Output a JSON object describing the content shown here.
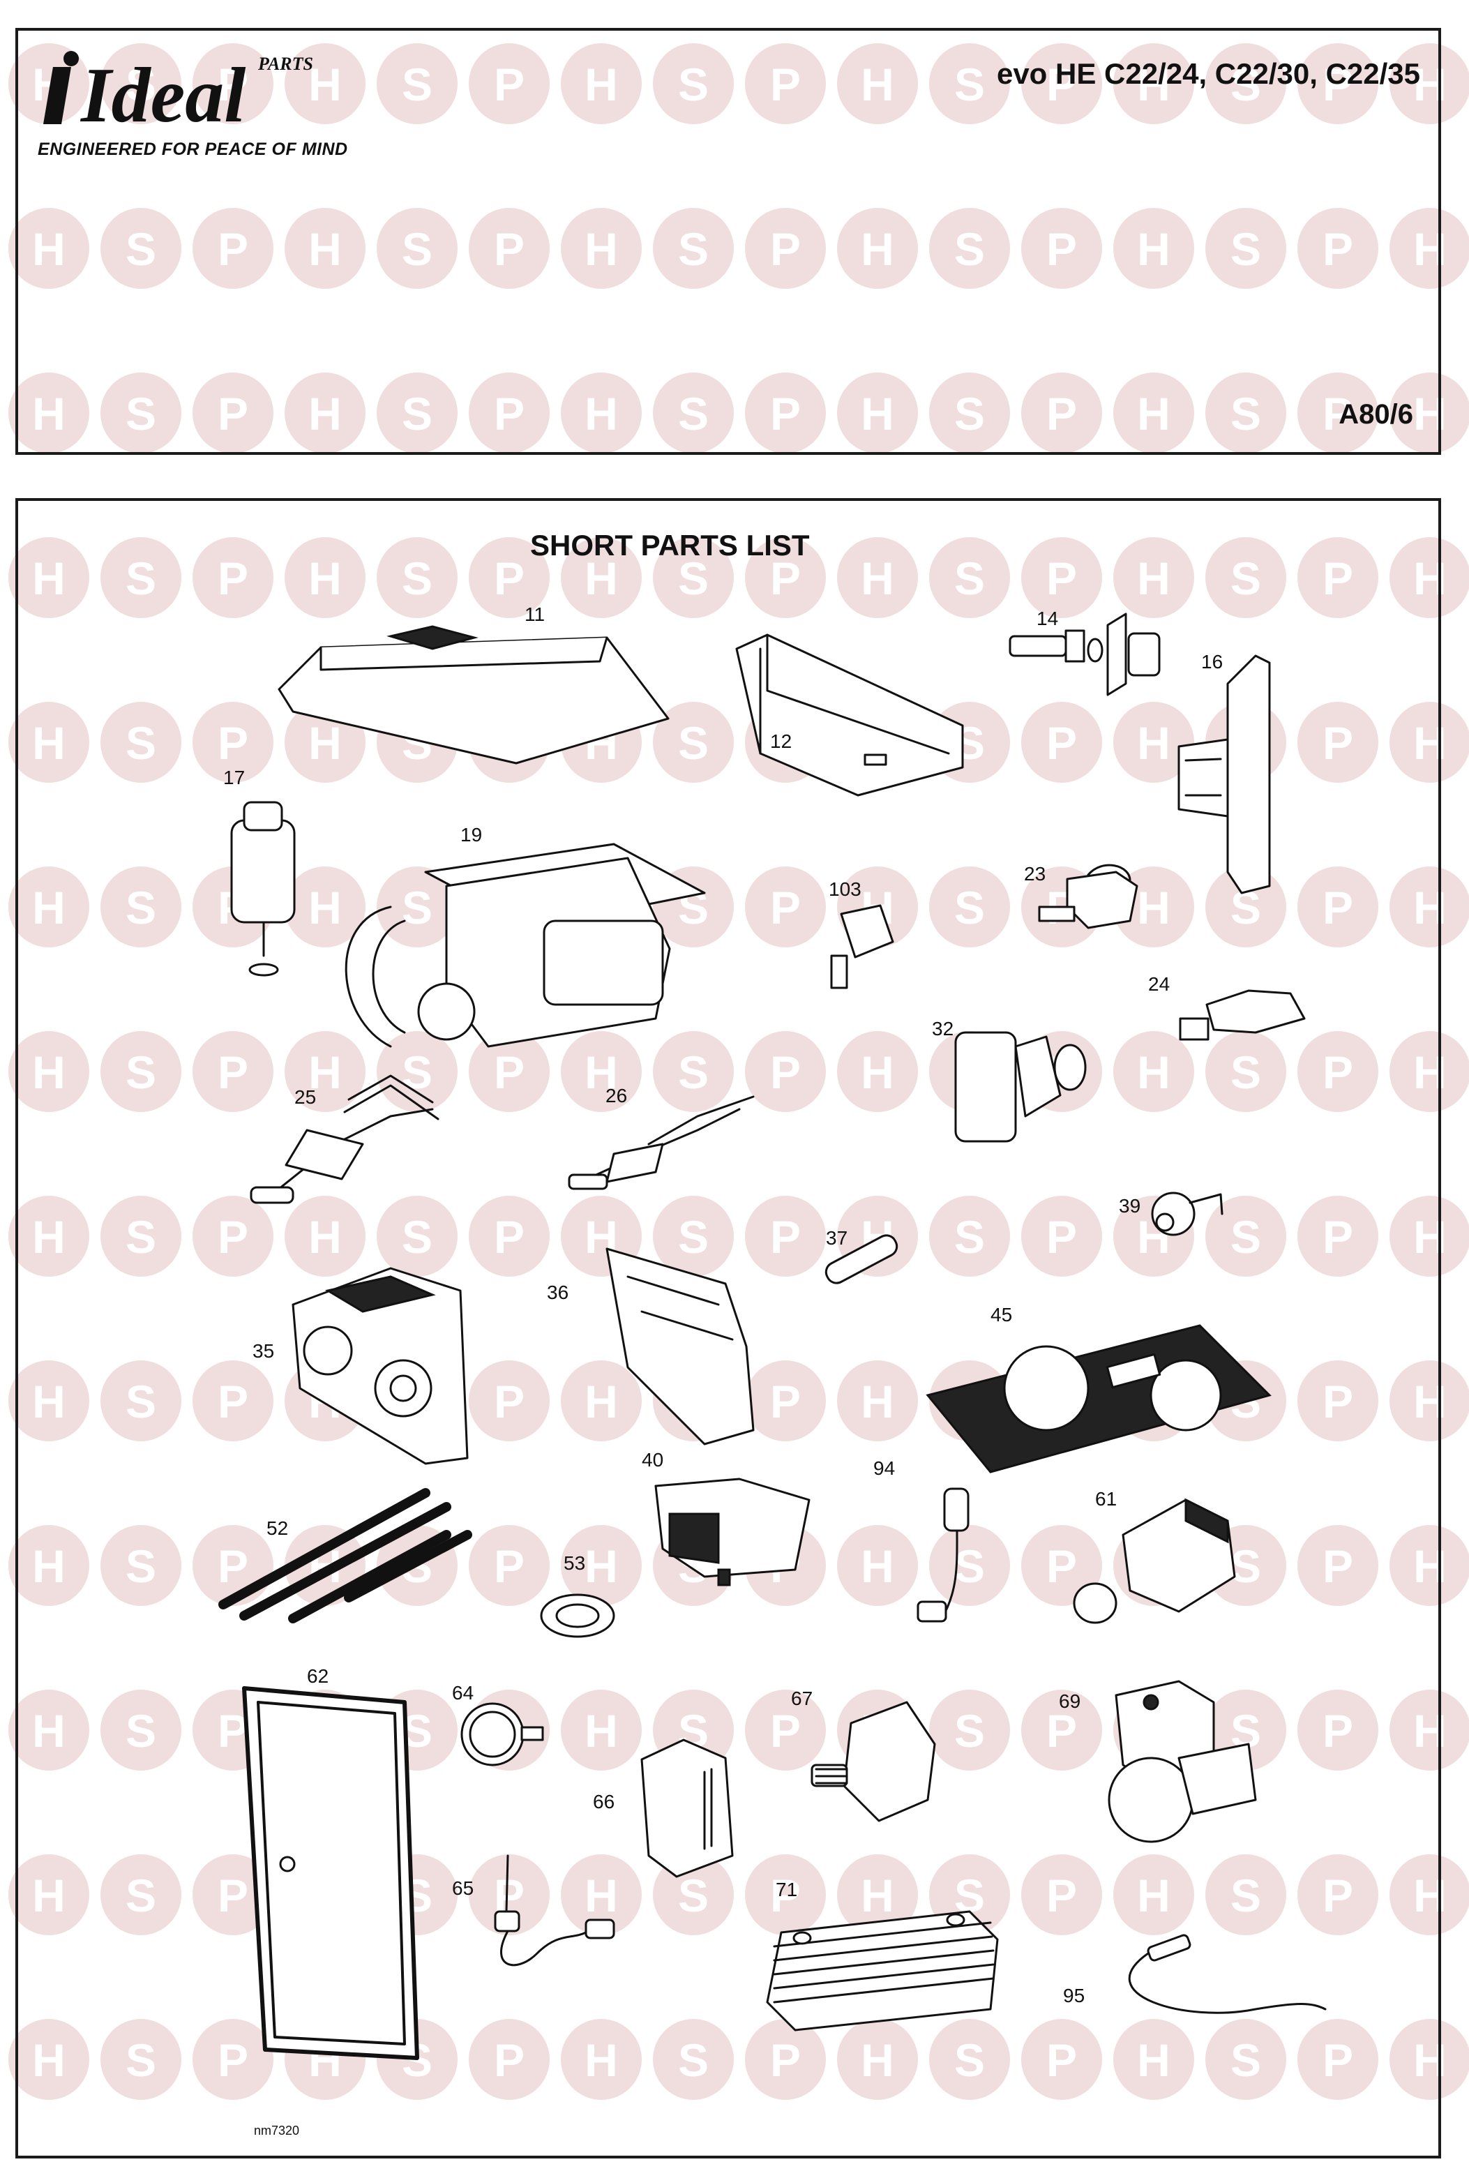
{
  "header": {
    "brand_parts_word": "PARTS",
    "brand_name": "Ideal",
    "tagline": "ENGINEERED FOR PEACE OF MIND",
    "model_title": "evo HE C22/24, C22/30, C22/35",
    "doc_ref": "A80/6"
  },
  "section": {
    "title": "SHORT PARTS LIST"
  },
  "parts": [
    {
      "number": "11",
      "icon": "combustion-chamber-cover-icon"
    },
    {
      "number": "12",
      "icon": "bracket-tray-icon"
    },
    {
      "number": "14",
      "icon": "sensor-fitting-icon"
    },
    {
      "number": "16",
      "icon": "control-box-icon"
    },
    {
      "number": "17",
      "icon": "auto-air-vent-icon"
    },
    {
      "number": "19",
      "icon": "gas-valve-icon"
    },
    {
      "number": "103",
      "icon": "pressure-gauge-nut-icon"
    },
    {
      "number": "23",
      "icon": "clip-on-sensor-icon"
    },
    {
      "number": "24",
      "icon": "thermistor-clip-icon"
    },
    {
      "number": "25",
      "icon": "electrode-assembly-icon"
    },
    {
      "number": "26",
      "icon": "ignition-electrode-icon"
    },
    {
      "number": "32",
      "icon": "flow-switch-icon"
    },
    {
      "number": "37",
      "icon": "fuse-icon"
    },
    {
      "number": "39",
      "icon": "overheat-thermostat-icon"
    },
    {
      "number": "36",
      "icon": "pcb-cover-icon"
    },
    {
      "number": "35",
      "icon": "control-knob-fascia-icon"
    },
    {
      "number": "45",
      "icon": "gasket-kit-icon"
    },
    {
      "number": "40",
      "icon": "transformer-icon"
    },
    {
      "number": "94",
      "icon": "ignition-lead-icon"
    },
    {
      "number": "61",
      "icon": "elbow-fitting-icon"
    },
    {
      "number": "52",
      "icon": "seal-strips-icon"
    },
    {
      "number": "53",
      "icon": "washer-icon"
    },
    {
      "number": "62",
      "icon": "casing-seal-icon"
    },
    {
      "number": "64",
      "icon": "pressure-gauge-icon"
    },
    {
      "number": "67",
      "icon": "diverter-valve-icon"
    },
    {
      "number": "69",
      "icon": "pump-icon"
    },
    {
      "number": "66",
      "icon": "pump-head-icon"
    },
    {
      "number": "65",
      "icon": "temperature-sensor-icon"
    },
    {
      "number": "71",
      "icon": "plate-heat-exchanger-icon"
    },
    {
      "number": "95",
      "icon": "sensor-lead-icon"
    }
  ],
  "footer": {
    "drawing_code": "nm7320"
  },
  "watermark": {
    "letters": [
      "H",
      "S",
      "P"
    ],
    "color": "#f0dede"
  }
}
